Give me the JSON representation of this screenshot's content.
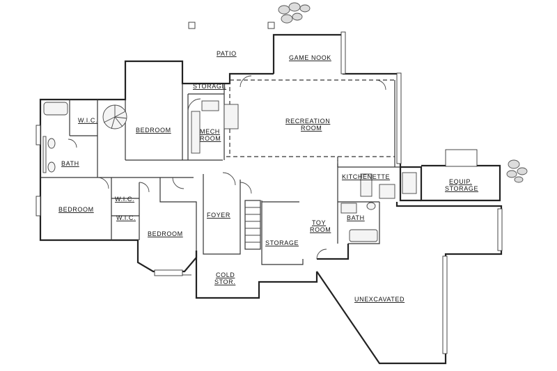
{
  "rooms": {
    "patio": "PATIO",
    "game_nook": "GAME NOOK",
    "storage_top": "STORAGE",
    "recreation_line1": "RECREATION",
    "recreation_line2": "ROOM",
    "mech_line1": "MECH",
    "mech_line2": "ROOM",
    "bedroom_top": "BEDROOM",
    "wic_top": "W.I.C.",
    "bath_left": "BATH",
    "bedroom_left": "BEDROOM",
    "wic_mid": "W.I.C.",
    "wic_low": "W.I.C.",
    "bedroom_bottom": "BEDROOM",
    "foyer": "FOYER",
    "storage_bottom": "STORAGE",
    "toy_line1": "TOY",
    "toy_line2": "ROOM",
    "bath_right": "BATH",
    "kitchenette": "KITCHENETTE",
    "equip_line1": "EQUIP.",
    "equip_line2": "STORAGE",
    "cold_line1": "COLD",
    "cold_line2": "STOR.",
    "unexcavated": "UNEXCAVATED"
  }
}
